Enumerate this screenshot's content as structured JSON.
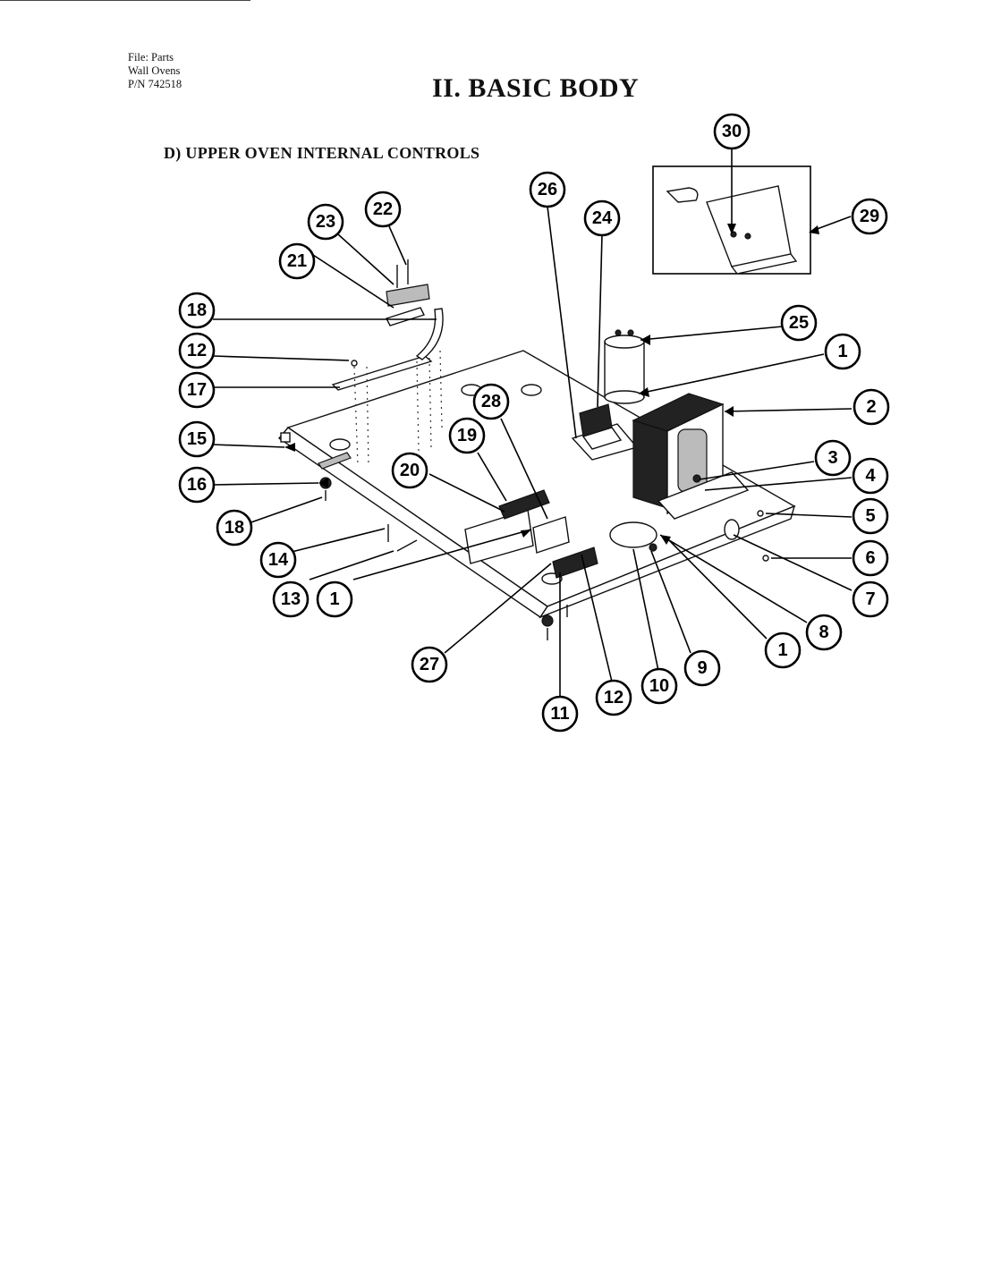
{
  "header": {
    "file_line1": "File: Parts",
    "file_line2": "Wall Ovens",
    "file_line3": "P/N 742518",
    "title": "II. BASIC BODY"
  },
  "section": {
    "title": "D)  UPPER OVEN INTERNAL CONTROLS"
  },
  "callouts": [
    {
      "id": "c30",
      "label": "30"
    },
    {
      "id": "c29",
      "label": "29"
    },
    {
      "id": "c26",
      "label": "26"
    },
    {
      "id": "c24",
      "label": "24"
    },
    {
      "id": "c22",
      "label": "22"
    },
    {
      "id": "c23",
      "label": "23"
    },
    {
      "id": "c21",
      "label": "21"
    },
    {
      "id": "c18a",
      "label": "18"
    },
    {
      "id": "c12a",
      "label": "12"
    },
    {
      "id": "c17",
      "label": "17"
    },
    {
      "id": "c15",
      "label": "15"
    },
    {
      "id": "c16",
      "label": "16"
    },
    {
      "id": "c18b",
      "label": "18"
    },
    {
      "id": "c14",
      "label": "14"
    },
    {
      "id": "c13",
      "label": "13"
    },
    {
      "id": "c1a",
      "label": "1"
    },
    {
      "id": "c25",
      "label": "25"
    },
    {
      "id": "c1b",
      "label": "1"
    },
    {
      "id": "c2",
      "label": "2"
    },
    {
      "id": "c28",
      "label": "28"
    },
    {
      "id": "c19",
      "label": "19"
    },
    {
      "id": "c20",
      "label": "20"
    },
    {
      "id": "c3",
      "label": "3"
    },
    {
      "id": "c4",
      "label": "4"
    },
    {
      "id": "c5",
      "label": "5"
    },
    {
      "id": "c6",
      "label": "6"
    },
    {
      "id": "c7",
      "label": "7"
    },
    {
      "id": "c8",
      "label": "8"
    },
    {
      "id": "c1c",
      "label": "1"
    },
    {
      "id": "c9",
      "label": "9"
    },
    {
      "id": "c10",
      "label": "10"
    },
    {
      "id": "c12b",
      "label": "12"
    },
    {
      "id": "c11",
      "label": "11"
    },
    {
      "id": "c27",
      "label": "27"
    }
  ]
}
